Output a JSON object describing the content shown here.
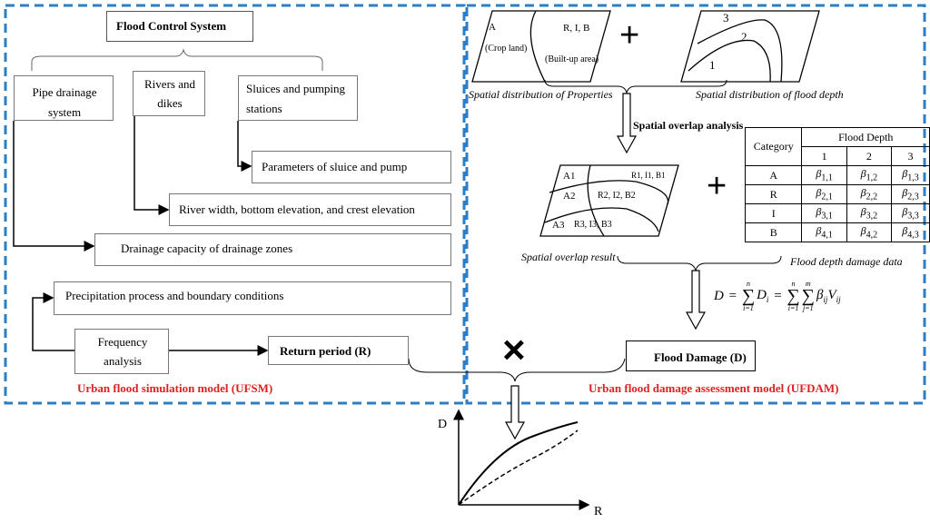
{
  "ufsm": {
    "title": "Flood Control System",
    "pipe_drainage": "Pipe drainage system",
    "rivers_dikes": "Rivers and dikes",
    "sluices": "Sluices and pumping stations",
    "sluice_params": "Parameters of sluice and pump",
    "river_params": "River width, bottom elevation, and crest elevation",
    "drainage_capacity": "Drainage capacity of drainage zones",
    "precipitation": "Precipitation process and boundary conditions",
    "frequency": "Frequency analysis",
    "return_period": "Return period (R)",
    "model_label": "Urban flood simulation model (UFSM)"
  },
  "ufdam": {
    "properties_map": {
      "a": "A",
      "crop": "(Crop land)",
      "rib": "R, I, B",
      "built": "(Built-up area)"
    },
    "depth_map": {
      "l1": "1",
      "l2": "2",
      "l3": "3"
    },
    "properties_caption": "Spatial distribution of Properties",
    "depth_caption": "Spatial distribution of flood depth",
    "overlap_analysis": "Spatial overlap analysis",
    "overlap_map": {
      "a1": "A1",
      "a2": "A2",
      "a3": "A3",
      "b1": "R1, I1, B1",
      "b2": "R2, I2, B2",
      "b3": "R3, I3, B3"
    },
    "overlap_caption": "Spatial overlap result",
    "table": {
      "header_category": "Category",
      "header_depth": "Flood Depth",
      "depths": [
        "1",
        "2",
        "3"
      ],
      "rows": [
        {
          "cat": "A",
          "b": [
            "1,1",
            "1,2",
            "1,3"
          ]
        },
        {
          "cat": "R",
          "b": [
            "2,1",
            "2,2",
            "2,3"
          ]
        },
        {
          "cat": "I",
          "b": [
            "3,1",
            "3,2",
            "3,3"
          ]
        },
        {
          "cat": "B",
          "b": [
            "4,1",
            "4,2",
            "4,3"
          ]
        }
      ],
      "caption": "Flood depth damage data"
    },
    "flood_damage": "Flood Damage (D)",
    "model_label": "Urban flood damage assessment model (UFDAM)"
  },
  "symbols": {
    "plus": "+",
    "times": "×"
  },
  "graph": {
    "ylabel": "D",
    "xlabel": "R"
  }
}
